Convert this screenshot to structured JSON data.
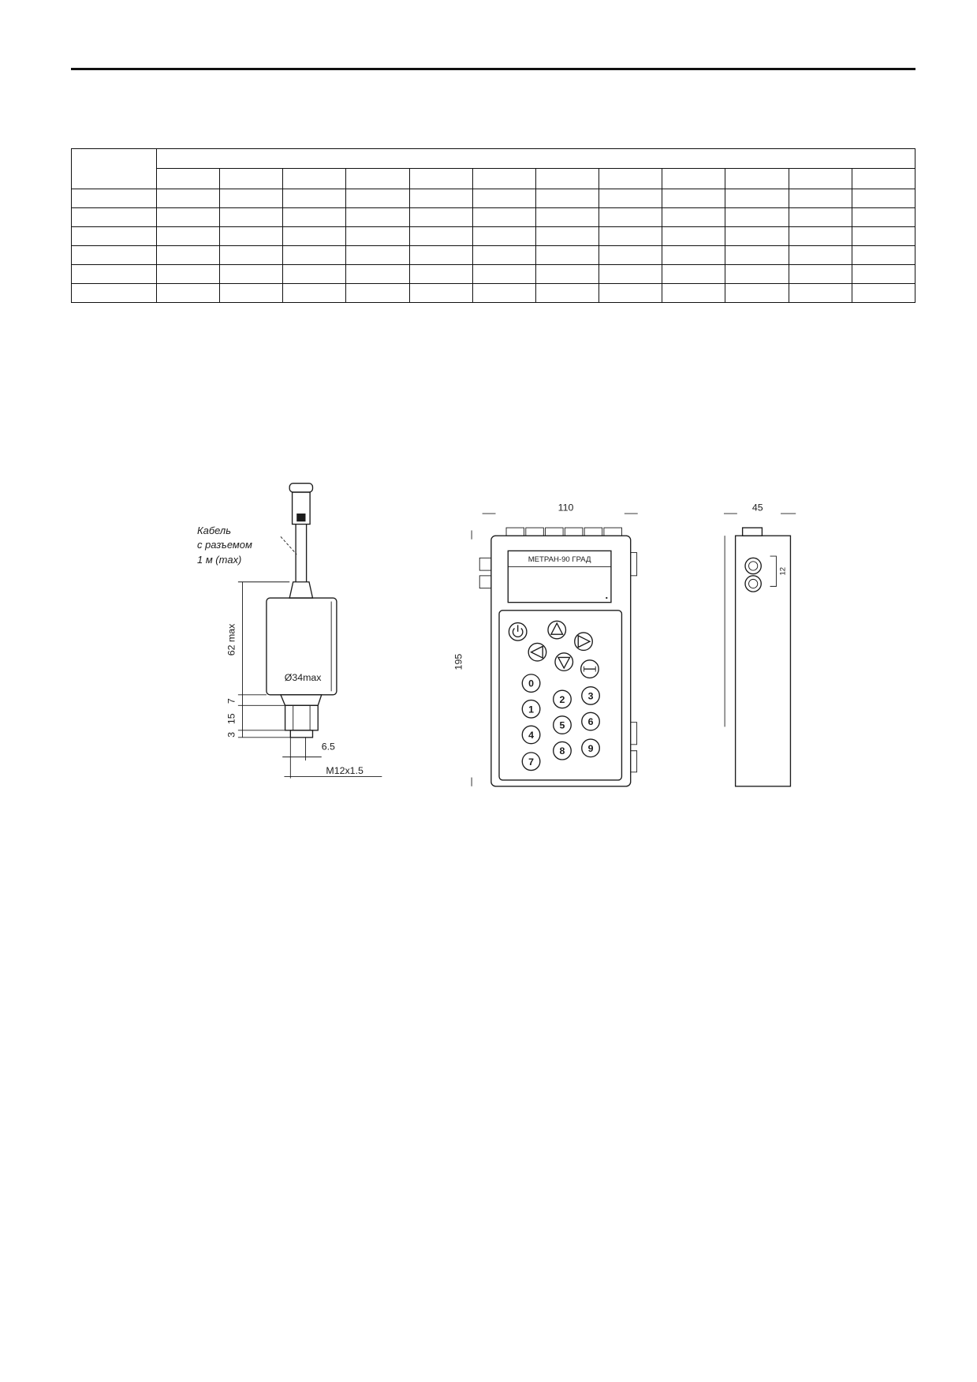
{
  "sensor_drawing": {
    "cable_label": {
      "line1": "Кабель",
      "line2": "с разъемом",
      "line3": "1 м (max)"
    },
    "body_height": "62 max",
    "body_diameter": "Ø34max",
    "neck_height": "7",
    "nut_height": "15",
    "stud_length": "3",
    "stud_size": "6.5",
    "thread": "M12x1.5"
  },
  "device_front": {
    "width": "110",
    "height": "195",
    "display_text": "МЕТРАН-90 ГРАД",
    "keys": [
      "0",
      "1",
      "2",
      "3",
      "4",
      "5",
      "6",
      "7",
      "8",
      "9"
    ]
  },
  "device_side": {
    "depth": "45",
    "connector_pitch": "12"
  },
  "icons": [
    "power-icon",
    "arrow-up-icon",
    "arrow-right-icon",
    "arrow-left-icon",
    "arrow-down-icon",
    "enter-icon"
  ]
}
